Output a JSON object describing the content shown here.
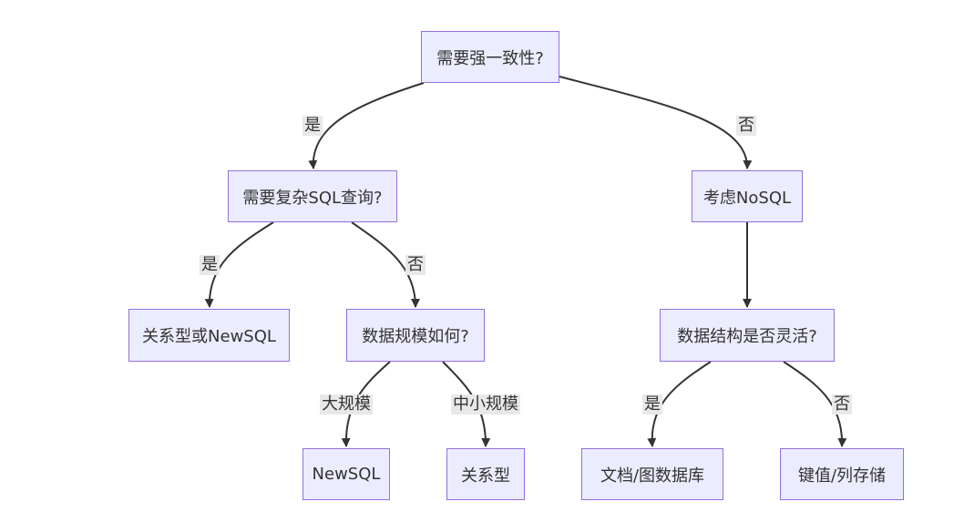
{
  "nodes": {
    "strong_consistency": "需要强一致性?",
    "complex_sql": "需要复杂SQL查询?",
    "consider_nosql": "考虑NoSQL",
    "relational_or_newsql": "关系型或NewSQL",
    "data_scale": "数据规模如何?",
    "flexible_structure": "数据结构是否灵活?",
    "newsql": "NewSQL",
    "relational": "关系型",
    "document_graph": "文档/图数据库",
    "key_value_column": "键值/列存储"
  },
  "edges": {
    "consistency_yes": "是",
    "consistency_no": "否",
    "sql_yes": "是",
    "sql_no": "否",
    "scale_large": "大规模",
    "scale_small_medium": "中小规模",
    "structure_yes": "是",
    "structure_no": "否"
  },
  "colors": {
    "node_fill": "#ececff",
    "node_border": "#9370db",
    "edge_stroke": "#333333",
    "label_background": "#e8e8e8",
    "text": "#333333"
  }
}
